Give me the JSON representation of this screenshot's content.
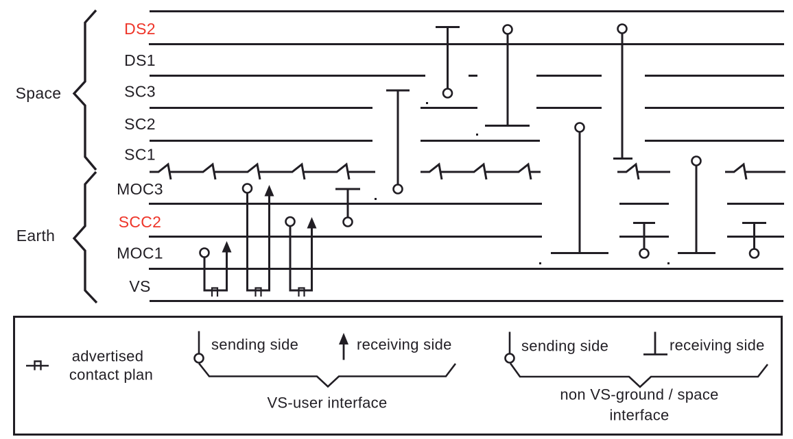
{
  "diagram": {
    "group_labels": {
      "space": "Space",
      "earth": "Earth"
    },
    "layers": [
      {
        "label": "DS2",
        "color": "#ee3529"
      },
      {
        "label": "DS1",
        "color": "#211e24"
      },
      {
        "label": "SC3",
        "color": "#211e24"
      },
      {
        "label": "SC2",
        "color": "#211e24"
      },
      {
        "label": "SC1",
        "color": "#211e24"
      },
      {
        "label": "MOC3",
        "color": "#211e24"
      },
      {
        "label": "SCC2",
        "color": "#ee3529"
      },
      {
        "label": "MOC1",
        "color": "#211e24"
      },
      {
        "label": "VS",
        "color": "#211e24"
      }
    ]
  },
  "legend": {
    "advertised_line1": "advertised",
    "advertised_line2": "contact plan",
    "vs_user": {
      "sending": "sending side",
      "receiving": "receiving side",
      "caption": "VS-user interface"
    },
    "non_vs": {
      "sending": "sending side",
      "receiving": "receiving side",
      "caption_line1": "non VS-ground / space",
      "caption_line2": "interface"
    }
  },
  "colors": {
    "ink": "#211e24",
    "red": "#ee3529",
    "background": "#ffffff"
  }
}
